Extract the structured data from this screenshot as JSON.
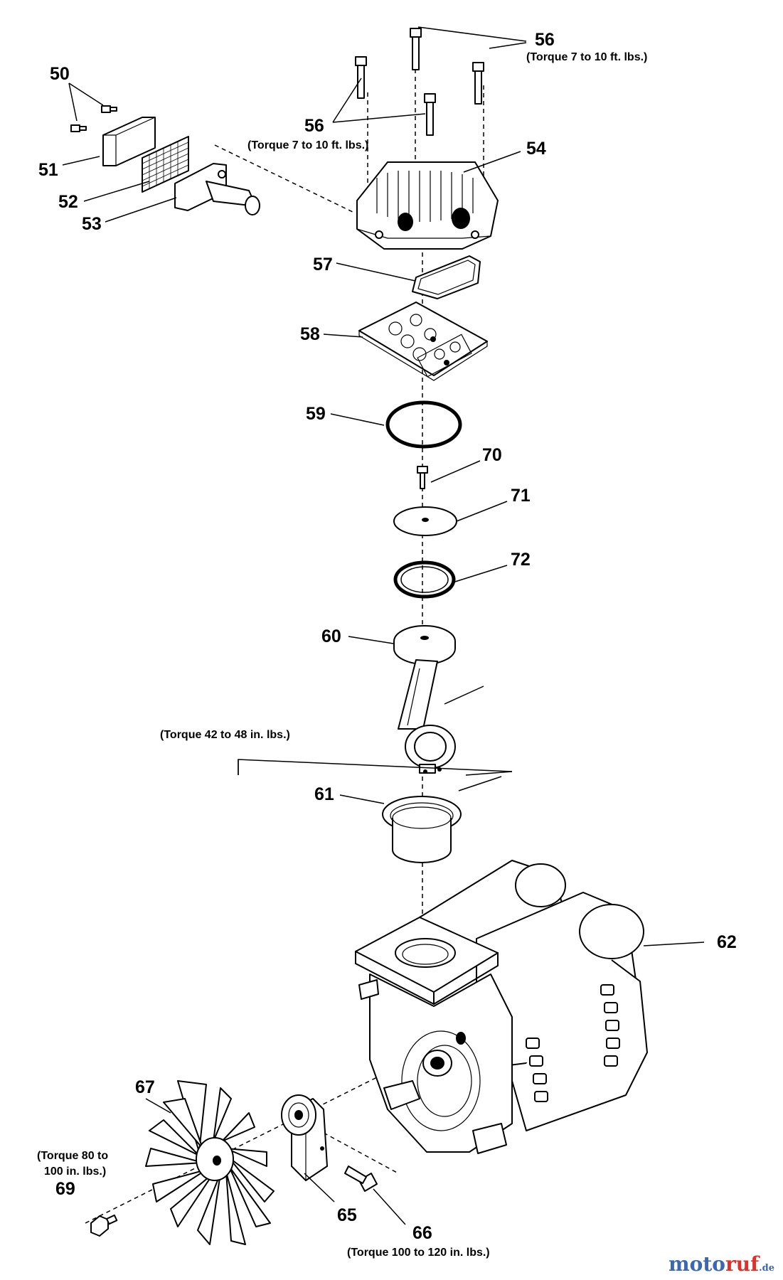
{
  "callouts": {
    "c50": "50",
    "c51": "51",
    "c52": "52",
    "c53": "53",
    "c54": "54",
    "c56a": "56",
    "c56b": "56",
    "c57": "57",
    "c58": "58",
    "c59": "59",
    "c60": "60",
    "c61": "61",
    "c62": "62",
    "c65": "65",
    "c66": "66",
    "c67": "67",
    "c69": "69",
    "c70": "70",
    "c71": "71",
    "c72": "72"
  },
  "notes": {
    "torque_56_top": "(Torque 7 to 10 ft. lbs.)",
    "torque_56_left": "(Torque 7 to 10 ft. lbs.)",
    "torque_rod": "(Torque 42 to 48 in. lbs.)",
    "torque_69_line1": "(Torque 80 to",
    "torque_69_line2": "100 in. lbs.)",
    "torque_66": "(Torque 100 to 120 in. lbs.)"
  },
  "watermark": {
    "part1": "moto",
    "part2": "ruf",
    "suffix": ".de"
  }
}
